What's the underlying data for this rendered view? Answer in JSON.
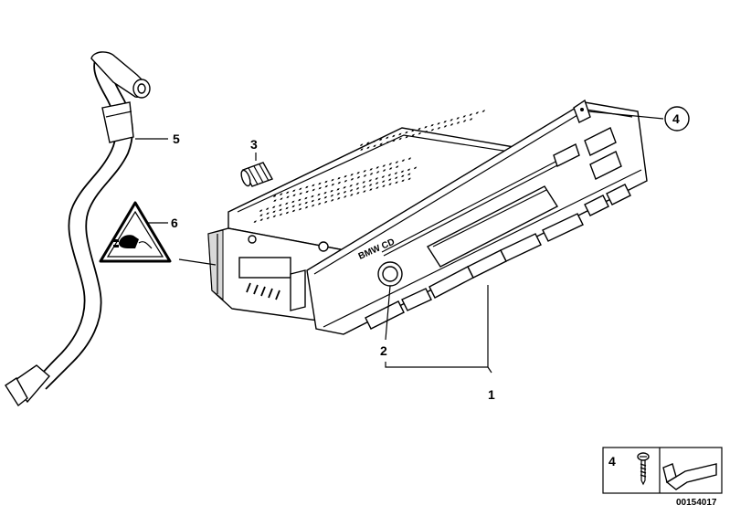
{
  "diagram": {
    "callouts": {
      "part1": "1",
      "part2": "2",
      "part3": "3",
      "part4": "4",
      "part5": "5",
      "part6": "6"
    },
    "radio_labels": {
      "faceplate_mark": "BMW CD"
    },
    "legend": {
      "part_number": "4"
    },
    "drawing_number": "00154017"
  }
}
